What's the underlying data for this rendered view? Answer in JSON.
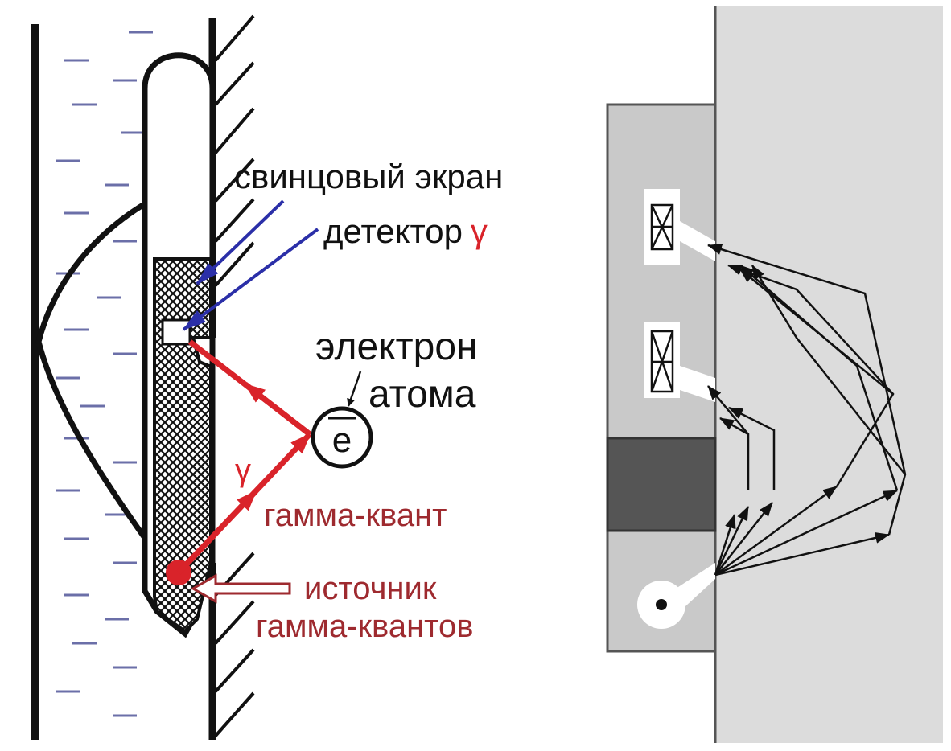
{
  "labels": {
    "lead_screen": "свинцовый экран",
    "gamma_detector_prefix": "детектор",
    "gamma_symbol": "γ",
    "electron_line1": "электрон",
    "electron_line2": "атома",
    "electron_symbol": "e",
    "gamma_ray_symbol": "γ",
    "gamma_quantum": "гамма-квант",
    "source_line1": "источник",
    "source_line2": "гамма-квантов"
  },
  "colors": {
    "line": "#111111",
    "liquid_dash": "#6b6fa8",
    "arrow_blue": "#2b2fa8",
    "gamma_red": "#d9232a",
    "label_red": "#9e2a2f",
    "tool_light": "#c9c9c9",
    "tool_dark": "#555555",
    "formation": "#dcdcdc"
  },
  "icons": {
    "detector_window": "hourglass-cross-icon",
    "source": "radiation-source-icon"
  }
}
